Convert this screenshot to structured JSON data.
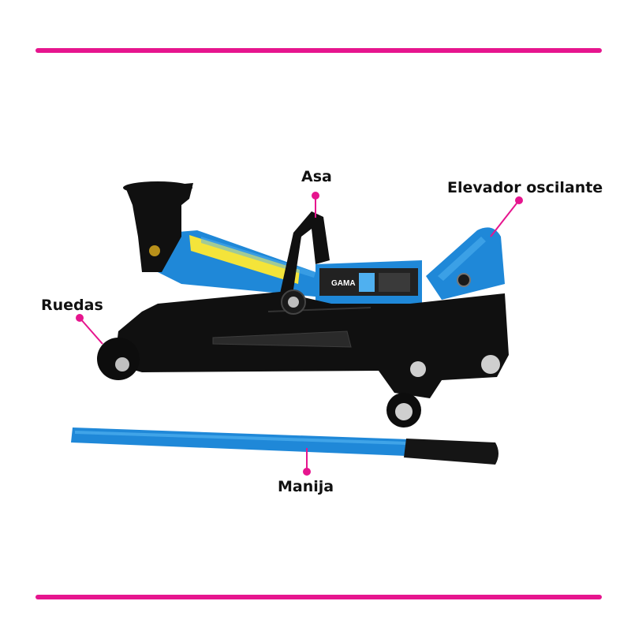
{
  "colors": {
    "accent": "#e6158e",
    "frame": "#101010",
    "body_blue": "#1f88d8",
    "blue_light": "#4fb0f0",
    "yellow": "#f4e43a",
    "handle_grip": "#151515"
  },
  "labels": {
    "handle_top": "Asa",
    "swing_lift": "Elevador oscilante",
    "wheels": "Ruedas",
    "bar_handle": "Manija"
  },
  "product_plate": {
    "brand": "GAMA"
  }
}
